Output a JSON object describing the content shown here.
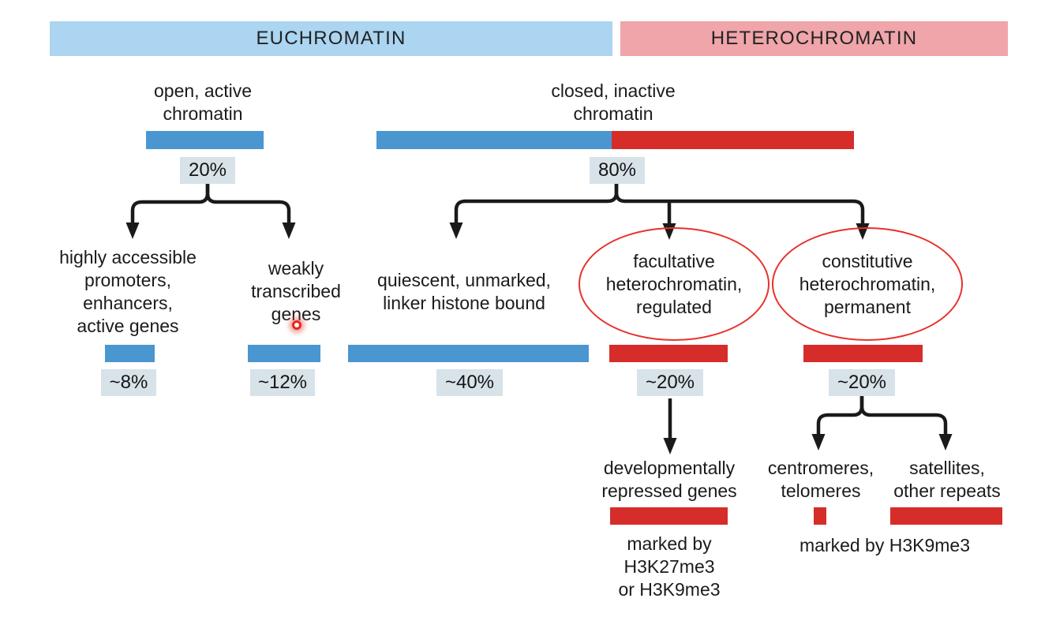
{
  "headers": {
    "euchromatin": "EUCHROMATIN",
    "heterochromatin": "HETEROCHROMATIN"
  },
  "top_groups": [
    {
      "name": "open-active-chromatin",
      "lines": [
        "open, active",
        "chromatin"
      ],
      "percent": "20%"
    },
    {
      "name": "closed-inactive-chromatin",
      "lines": [
        "closed, inactive",
        "chromatin"
      ],
      "percent": "80%"
    }
  ],
  "categories": [
    {
      "name": "highly-accessible",
      "lines": [
        "highly accessible",
        "promoters,",
        "enhancers,",
        "active genes"
      ],
      "percent": "~8%",
      "circled": false
    },
    {
      "name": "weakly-transcribed",
      "lines": [
        "weakly",
        "transcribed",
        "genes"
      ],
      "percent": "~12%",
      "circled": false
    },
    {
      "name": "quiescent",
      "lines": [
        "quiescent, unmarked,",
        "linker histone bound"
      ],
      "percent": "~40%",
      "circled": false
    },
    {
      "name": "facultative-heterochromatin",
      "lines": [
        "facultative",
        "heterochromatin,",
        "regulated"
      ],
      "percent": "~20%",
      "circled": true
    },
    {
      "name": "constitutive-heterochromatin",
      "lines": [
        "constitutive",
        "heterochromatin,",
        "permanent"
      ],
      "percent": "~20%",
      "circled": true
    }
  ],
  "subcategories": {
    "developmental": {
      "lines": [
        "developmentally",
        "repressed genes"
      ],
      "marked": [
        "marked by",
        "H3K27me3",
        "or H3K9me3"
      ]
    },
    "centromeres": {
      "lines": [
        "centromeres,",
        "telomeres"
      ]
    },
    "satellites": {
      "lines": [
        "satellites,",
        "other repeats"
      ]
    },
    "marked_h3k9me3": "marked by H3K9me3"
  },
  "colors": {
    "euchromatin_header": "#abd5f1",
    "heterochromatin_header": "#efa5aa",
    "euchromatin_bar": "#4a96d1",
    "heterochromatin_bar": "#d62d2b",
    "percent_chip_bg": "#d8e2e9",
    "circle_outline": "#e8312a",
    "arrow": "#1a1a1a",
    "click_indicator": "#e8251f"
  }
}
